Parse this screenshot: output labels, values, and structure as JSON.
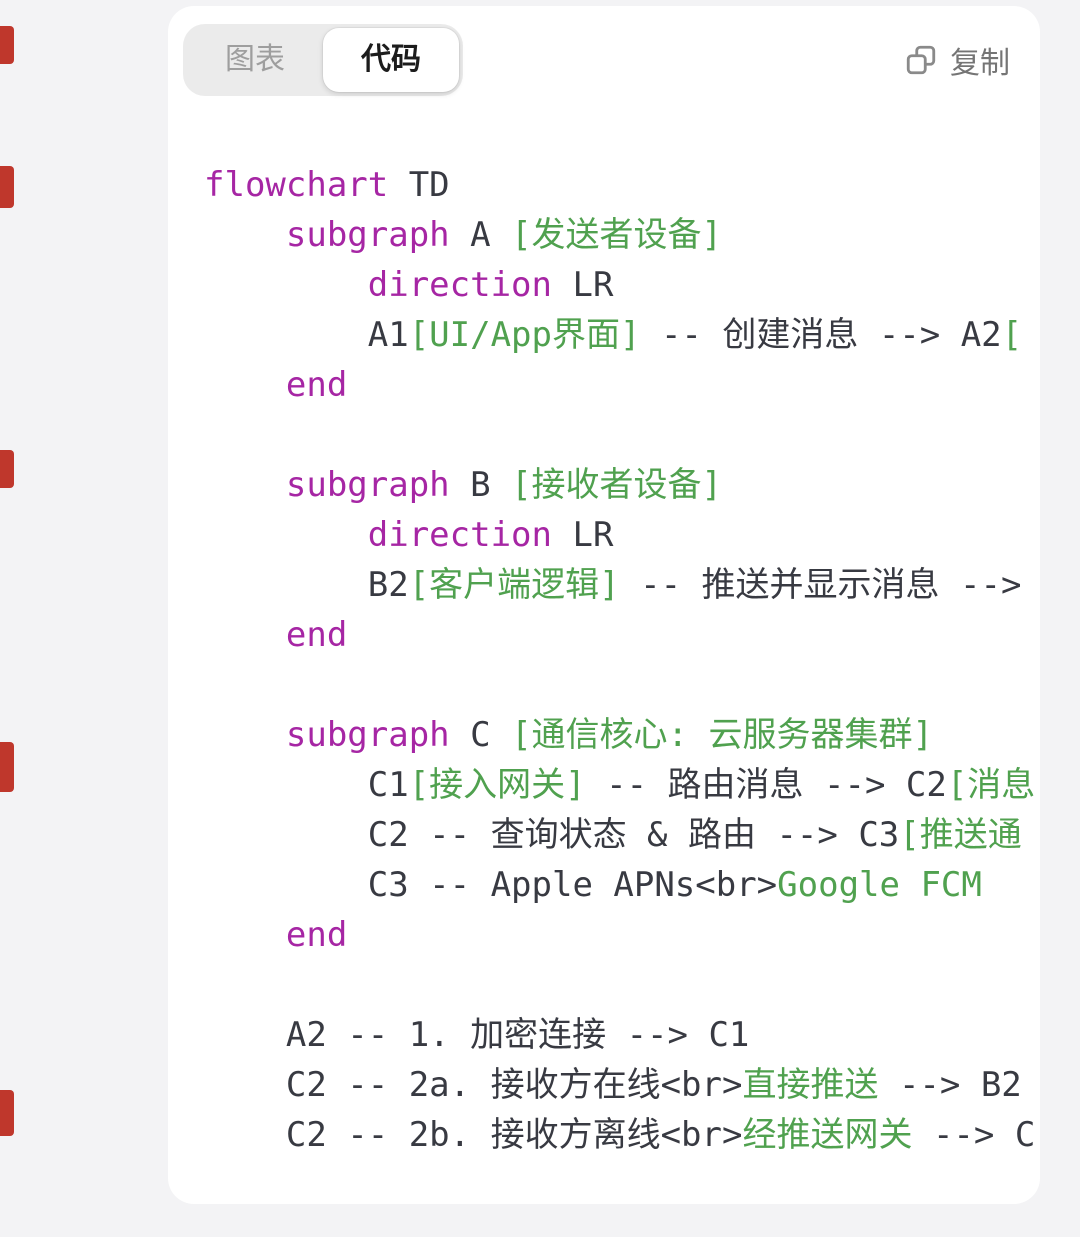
{
  "tabs": [
    {
      "label": "图表",
      "active": false
    },
    {
      "label": "代码",
      "active": true
    }
  ],
  "copy": {
    "label": "复制"
  },
  "colors": {
    "keyword": "#a626a4",
    "string": "#50a14f",
    "plain": "#383a42",
    "fragment_red": "#bf372c"
  },
  "code": {
    "lines": [
      {
        "tokens": [
          {
            "c": "kw",
            "t": "flowchart"
          },
          {
            "c": "pl",
            "t": " TD"
          }
        ]
      },
      {
        "tokens": [
          {
            "c": "pl",
            "t": "    "
          },
          {
            "c": "kw",
            "t": "subgraph"
          },
          {
            "c": "pl",
            "t": " A "
          },
          {
            "c": "str",
            "t": "[发送者设备]"
          }
        ]
      },
      {
        "tokens": [
          {
            "c": "pl",
            "t": "        "
          },
          {
            "c": "kw",
            "t": "direction"
          },
          {
            "c": "pl",
            "t": " LR"
          }
        ]
      },
      {
        "tokens": [
          {
            "c": "pl",
            "t": "        A1"
          },
          {
            "c": "str",
            "t": "[UI/App界面]"
          },
          {
            "c": "pl",
            "t": " -- 创建消息 --> A2"
          },
          {
            "c": "str",
            "t": "["
          }
        ]
      },
      {
        "tokens": [
          {
            "c": "pl",
            "t": "    "
          },
          {
            "c": "kw",
            "t": "end"
          }
        ]
      },
      {
        "tokens": []
      },
      {
        "tokens": [
          {
            "c": "pl",
            "t": "    "
          },
          {
            "c": "kw",
            "t": "subgraph"
          },
          {
            "c": "pl",
            "t": " B "
          },
          {
            "c": "str",
            "t": "[接收者设备]"
          }
        ]
      },
      {
        "tokens": [
          {
            "c": "pl",
            "t": "        "
          },
          {
            "c": "kw",
            "t": "direction"
          },
          {
            "c": "pl",
            "t": " LR"
          }
        ]
      },
      {
        "tokens": [
          {
            "c": "pl",
            "t": "        B2"
          },
          {
            "c": "str",
            "t": "[客户端逻辑]"
          },
          {
            "c": "pl",
            "t": " -- 推送并显示消息 -->"
          }
        ]
      },
      {
        "tokens": [
          {
            "c": "pl",
            "t": "    "
          },
          {
            "c": "kw",
            "t": "end"
          }
        ]
      },
      {
        "tokens": []
      },
      {
        "tokens": [
          {
            "c": "pl",
            "t": "    "
          },
          {
            "c": "kw",
            "t": "subgraph"
          },
          {
            "c": "pl",
            "t": " C "
          },
          {
            "c": "str",
            "t": "[通信核心: 云服务器集群]"
          }
        ]
      },
      {
        "tokens": [
          {
            "c": "pl",
            "t": "        C1"
          },
          {
            "c": "str",
            "t": "[接入网关]"
          },
          {
            "c": "pl",
            "t": " -- 路由消息 --> C2"
          },
          {
            "c": "str",
            "t": "[消息"
          }
        ]
      },
      {
        "tokens": [
          {
            "c": "pl",
            "t": "        C2 -- 查询状态 & 路由 --> C3"
          },
          {
            "c": "str",
            "t": "[推送通"
          }
        ]
      },
      {
        "tokens": [
          {
            "c": "pl",
            "t": "        C3 -- Apple APNs<br>"
          },
          {
            "c": "str",
            "t": "Google FCM"
          }
        ]
      },
      {
        "tokens": [
          {
            "c": "pl",
            "t": "    "
          },
          {
            "c": "kw",
            "t": "end"
          }
        ]
      },
      {
        "tokens": []
      },
      {
        "tokens": [
          {
            "c": "pl",
            "t": "    A2 -- 1. 加密连接 --> C1"
          }
        ]
      },
      {
        "tokens": [
          {
            "c": "pl",
            "t": "    C2 -- 2a. 接收方在线<br>"
          },
          {
            "c": "str",
            "t": "直接推送"
          },
          {
            "c": "pl",
            "t": " --> B2"
          }
        ]
      },
      {
        "tokens": [
          {
            "c": "pl",
            "t": "    C2 -- 2b. 接收方离线<br>"
          },
          {
            "c": "str",
            "t": "经推送网关"
          },
          {
            "c": "pl",
            "t": " --> C"
          }
        ]
      }
    ]
  }
}
